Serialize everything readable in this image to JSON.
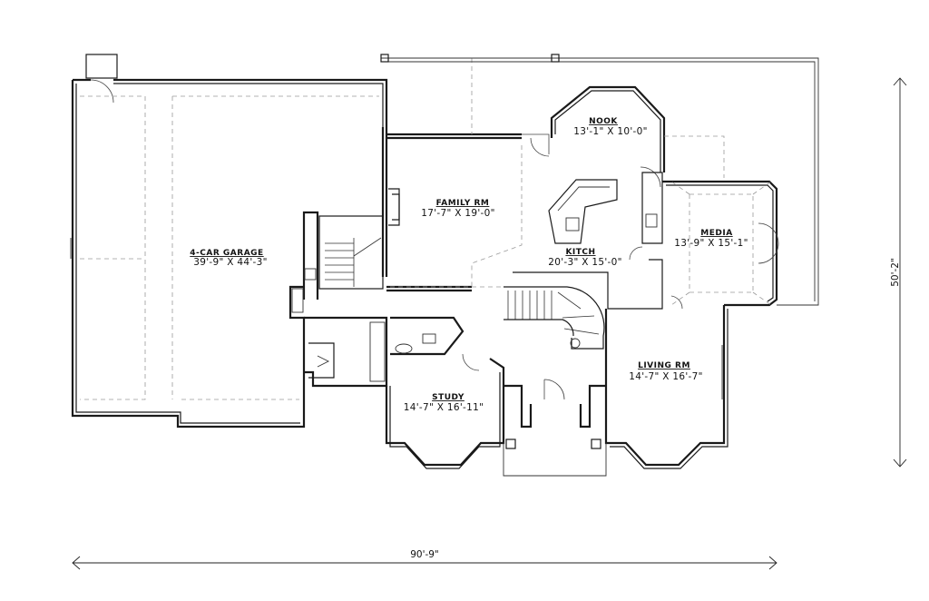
{
  "rooms": {
    "garage": {
      "name": "4-CAR GARAGE",
      "size": "39'-9\" X 44'-3\""
    },
    "family": {
      "name": "FAMILY RM",
      "size": "17'-7\" X 19'-0\""
    },
    "nook": {
      "name": "NOOK",
      "size": "13'-1\" X 10'-0\""
    },
    "kitchen": {
      "name": "KITCH",
      "size": "20'-3\" X 15'-0\""
    },
    "media": {
      "name": "MEDIA",
      "size": "13'-9\" X 15'-1\""
    },
    "living": {
      "name": "LIVING RM",
      "size": "14'-7\" X 16'-7\""
    },
    "study": {
      "name": "STUDY",
      "size": "14'-7\" X 16'-11\""
    }
  },
  "dimensions": {
    "width": "90'-9\"",
    "depth": "50'-2\""
  }
}
